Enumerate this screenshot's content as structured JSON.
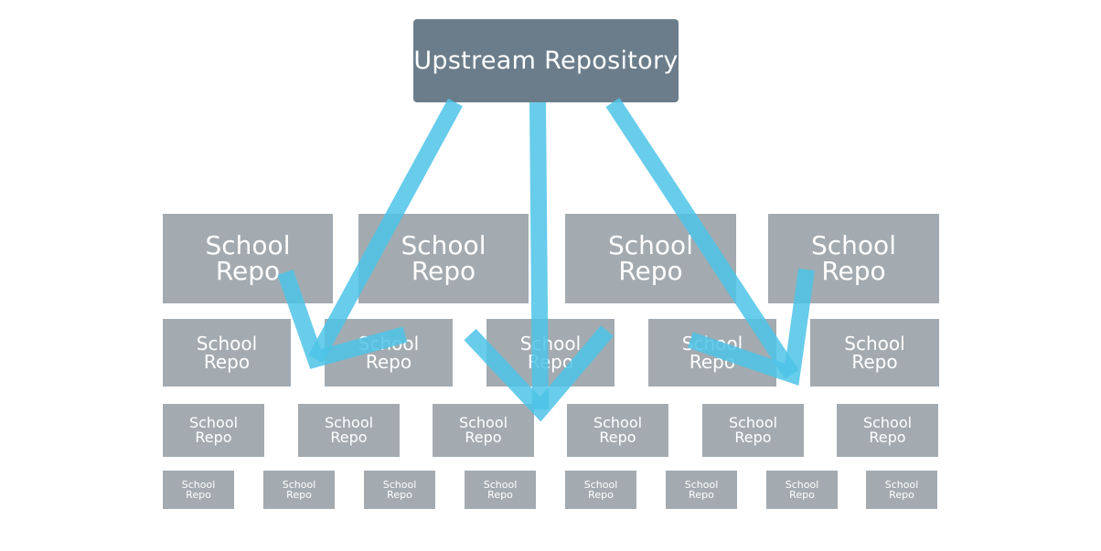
{
  "upstream": {
    "label": "Upstream Repository"
  },
  "school_repo": {
    "line1": "School",
    "line2": "Repo"
  },
  "colors": {
    "upstream_box": "#6b7d8b",
    "school_box": "#a3abb0",
    "arrow": "#4dc3e8",
    "text": "#ffffff"
  },
  "counts": {
    "row1": 4,
    "row2": 5,
    "row3": 6,
    "row4": 8
  }
}
